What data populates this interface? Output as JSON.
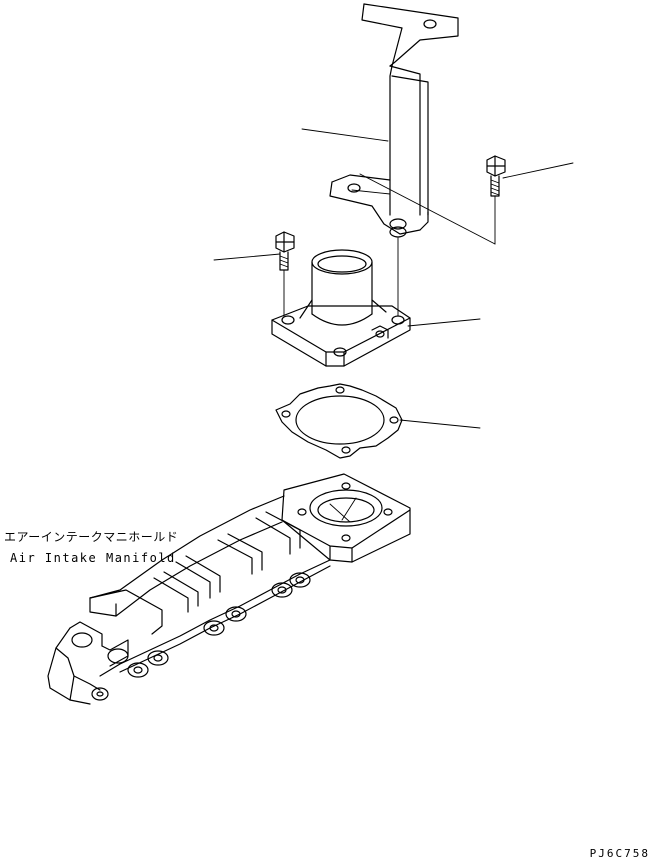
{
  "labels": {
    "part_name_jp": "エアーインテークマニホールド",
    "part_name_en": "Air Intake Manifold",
    "drawing_code": "PJ6C758"
  }
}
